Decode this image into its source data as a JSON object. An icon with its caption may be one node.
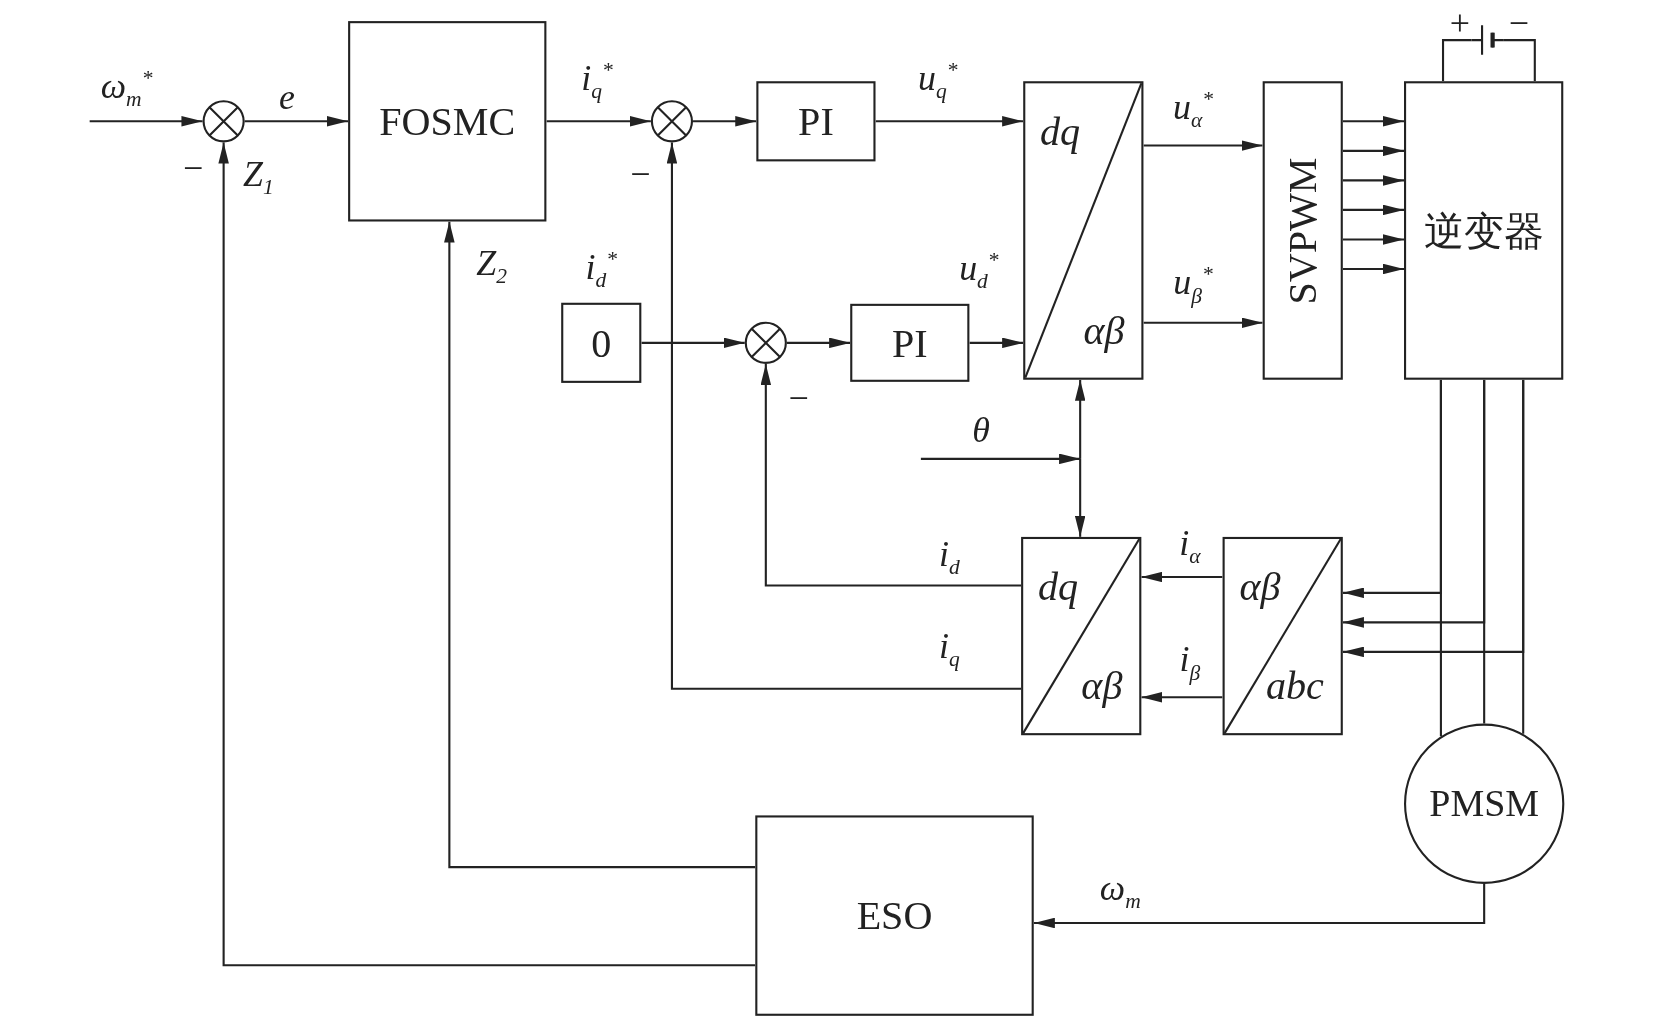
{
  "diagram": {
    "nodes": [
      {
        "text": [],
        "shape": "circle"
      },
      {
        "text": [
          "FOSMC"
        ]
      },
      {
        "text": [],
        "shape": "circle"
      },
      {
        "text": [
          "PI"
        ]
      },
      {
        "text": [
          "dq",
          "αβ"
        ]
      },
      {
        "text": [
          "SVPWM"
        ]
      },
      {
        "text": [
          "逆变器"
        ]
      },
      {
        "text": [
          "0"
        ],
        "beside": [
          "i$_{d}$$^{*}$"
        ]
      },
      {
        "text": [],
        "shape": "circle"
      },
      {
        "text": [
          "PI"
        ]
      },
      {
        "text": [
          "dq",
          "αβ"
        ]
      },
      {
        "text": [
          "αβ",
          "abc"
        ]
      },
      {
        "text": [
          "PMSM"
        ]
      },
      {
        "text": [
          "ESO"
        ]
      },
      {
        "text": [],
        "shape": "battery",
        "beside": [
          "+",
          "−"
        ]
      }
    ],
    "edges": [
      {
        "from": null,
        "to": 0,
        "arrow": "to",
        "label": "ω$_{m}$$^{*}$"
      },
      {
        "from": 0,
        "to": 1,
        "arrow": "to",
        "label": "e"
      },
      {
        "from": 1,
        "to": 2,
        "arrow": "to",
        "label": "i$_{q}$$^{*}$"
      },
      {
        "from": 2,
        "to": 3,
        "arrow": "to"
      },
      {
        "from": 3,
        "to": 4,
        "arrow": "to",
        "label": "u$_{q}$$^{*}$"
      },
      {
        "from": 7,
        "to": 8,
        "arrow": "to"
      },
      {
        "from": 8,
        "to": 9,
        "arrow": "to"
      },
      {
        "from": 9,
        "to": 4,
        "arrow": "to",
        "label": "u$_{d}$$^{*}$"
      },
      {
        "from": 4,
        "to": 5,
        "arrow": "to",
        "label": "u$_{α}$$^{*}$"
      },
      {
        "from": 4,
        "to": 5,
        "arrow": "to",
        "label": "u$_{β}$$^{*}$"
      },
      {
        "from": 5,
        "to": 6,
        "arrow": "to"
      },
      {
        "from": 5,
        "to": 6,
        "arrow": "to"
      },
      {
        "from": 5,
        "to": 6,
        "arrow": "to"
      },
      {
        "from": 5,
        "to": 6,
        "arrow": "to"
      },
      {
        "from": 5,
        "to": 6,
        "arrow": "to"
      },
      {
        "from": 5,
        "to": 6,
        "arrow": "to"
      },
      {
        "from": 14,
        "to": 6,
        "arrow": "none"
      },
      {
        "from": 14,
        "to": 6,
        "arrow": "none"
      },
      {
        "from": 6,
        "to": 12,
        "arrow": "none"
      },
      {
        "from": 6,
        "to": 12,
        "arrow": "none"
      },
      {
        "from": 6,
        "to": 12,
        "arrow": "none"
      },
      {
        "from": 6,
        "to": 11,
        "arrow": "to"
      },
      {
        "from": 6,
        "to": 11,
        "arrow": "to"
      },
      {
        "from": 6,
        "to": 11,
        "arrow": "to"
      },
      {
        "from": 11,
        "to": 10,
        "arrow": "to",
        "label": "i$_{α}$"
      },
      {
        "from": 11,
        "to": 10,
        "arrow": "to",
        "label": "i$_{β}$"
      },
      {
        "from": 10,
        "to": 8,
        "arrow": "to",
        "label": "i$_{d}$"
      },
      {
        "from": 10,
        "to": 2,
        "arrow": "to",
        "label": "i$_{q}$"
      },
      {
        "from": null,
        "to": 4,
        "arrow": "to",
        "label": "θ"
      },
      {
        "from": null,
        "to": 10,
        "arrow": "to"
      },
      {
        "from": 12,
        "to": 13,
        "arrow": "to",
        "label": "ω$_{m}$"
      },
      {
        "from": 13,
        "to": 1,
        "arrow": "to",
        "label": "Z$_{2}$"
      },
      {
        "from": 13,
        "to": 0,
        "arrow": "to",
        "label": "Z$_{1}$"
      }
    ],
    "labels": [
      "−",
      "−",
      "−"
    ]
  }
}
